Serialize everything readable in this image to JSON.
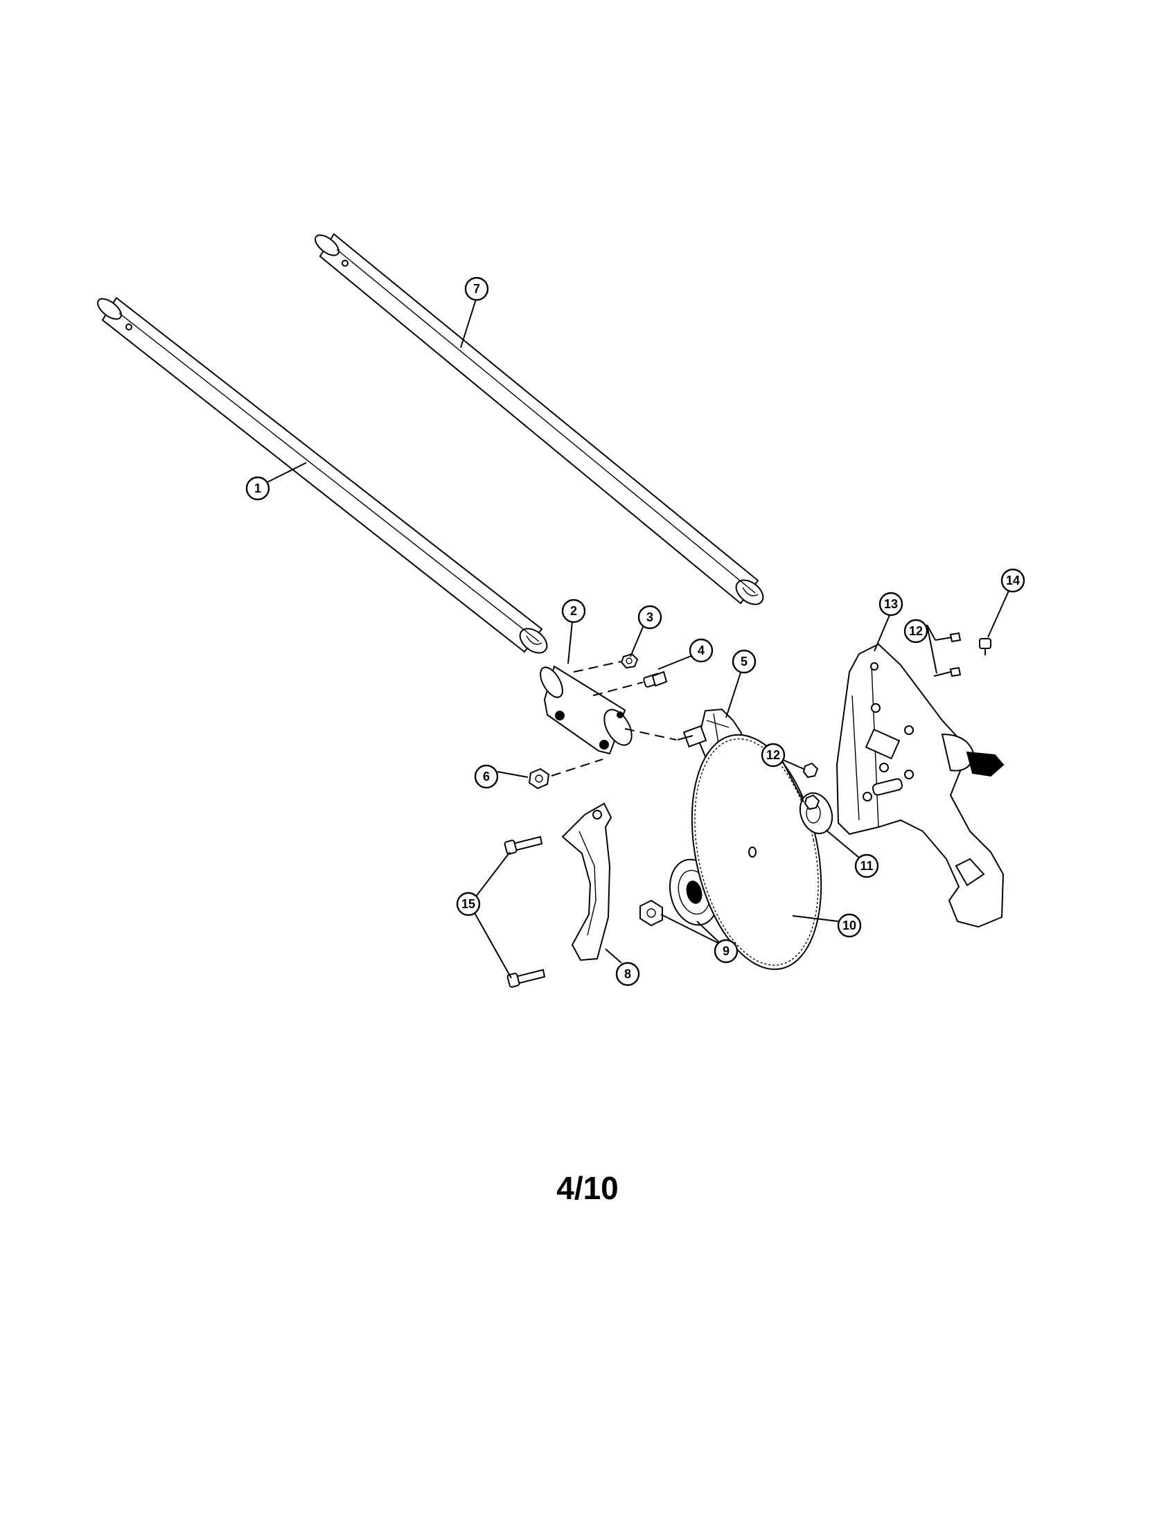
{
  "diagram": {
    "callouts": [
      "1",
      "2",
      "3",
      "4",
      "5",
      "6",
      "7",
      "8",
      "9",
      "10",
      "11",
      "12",
      "12",
      "13",
      "14",
      "15"
    ]
  },
  "footer": {
    "page_number": "4/10"
  }
}
